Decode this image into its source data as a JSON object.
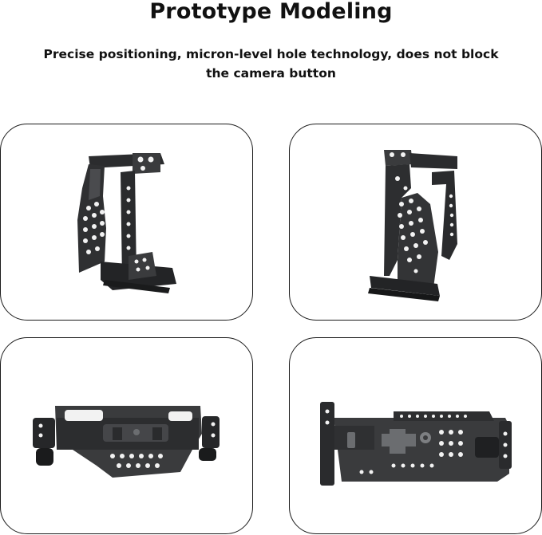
{
  "header": {
    "title": "Prototype Modeling",
    "subtitle": "Precise positioning, micron-level hole technology, does not block the camera button"
  },
  "panels": [
    {
      "view": "cage-front-left"
    },
    {
      "view": "cage-front-right"
    },
    {
      "view": "cage-top"
    },
    {
      "view": "cage-bottom"
    }
  ],
  "colors": {
    "metal": "#3a3b3d",
    "metal_dark": "#1f2022",
    "metal_light": "#6b6d70",
    "hole": "#f2f2f2",
    "border": "#1a1a1a"
  }
}
